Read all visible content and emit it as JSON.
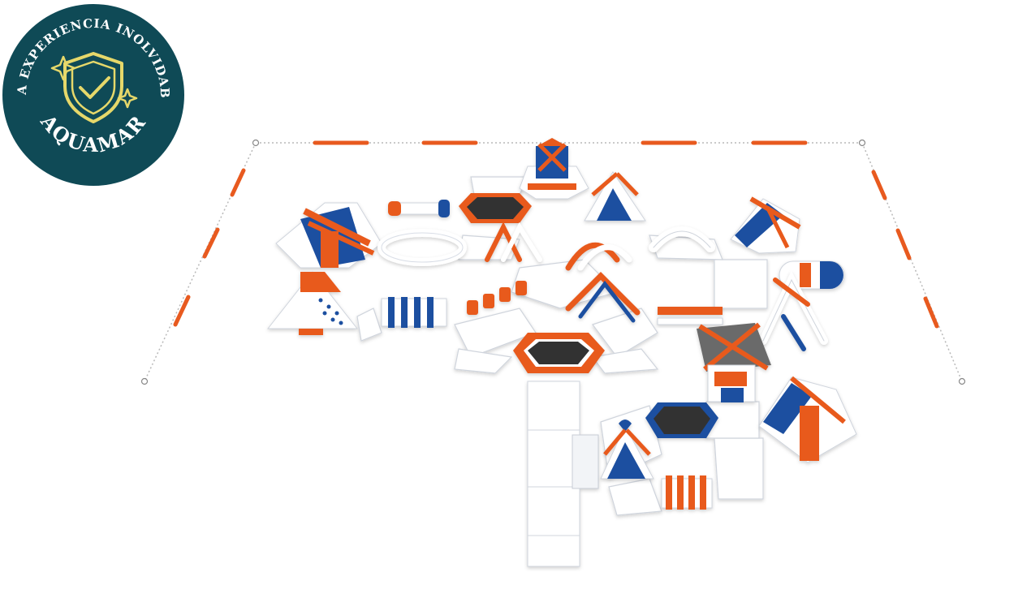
{
  "badge": {
    "arc_text": "UNA EXPERIENCIA INOLVIDABLE",
    "brand": "AQUAMAR",
    "icon": "shield-check-icon",
    "colors": {
      "background": "#0f4a56",
      "icon": "#e6d86a",
      "text": "#ffffff"
    }
  },
  "illustration": {
    "subject": "inflatable-aqua-park",
    "colors": {
      "orange": "#e85a1f",
      "blue": "#1e4fa0",
      "white": "#ffffff",
      "grey": "#d8dde6"
    }
  }
}
